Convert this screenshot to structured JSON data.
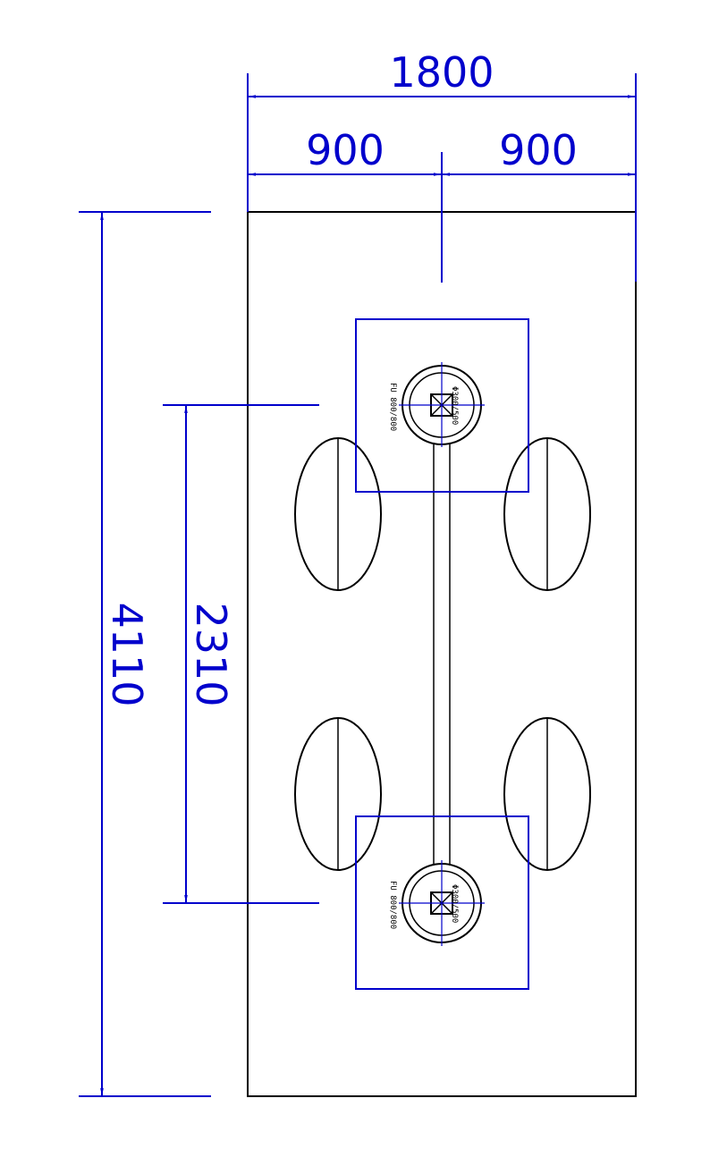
{
  "dimensions": {
    "overall_width": "1800",
    "half_width_left": "900",
    "half_width_right": "900",
    "overall_length": "4110",
    "pier_spacing": "2310"
  },
  "piers": [
    {
      "label": "FU 800/800",
      "pipe": "Φ300/500"
    },
    {
      "label": "FU 800/800",
      "pipe": "Φ300/500"
    }
  ],
  "colors": {
    "dimension": "#0000cc",
    "outline": "#000000"
  }
}
